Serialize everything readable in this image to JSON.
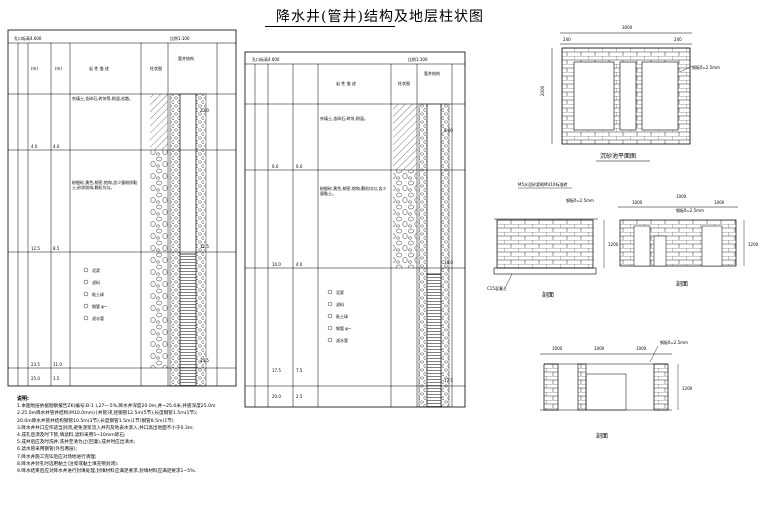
{
  "title": "降水井(管井)结构及地层柱状图",
  "log1": {
    "head_left": "孔口标高4.600",
    "head_right": "比例1:100",
    "col_depth1": "(m)",
    "col_depth2": "(m)",
    "col_desc": "岩 性 描 述",
    "col_plot": "柱状图",
    "col_well": "管井结构",
    "layers": [
      {
        "depth": "4.0",
        "elev": "4.0",
        "desc": "杂填土,含碎石,砖块等,稍湿,松散。"
      },
      {
        "depth": "12.5",
        "elev": "8.5",
        "desc": "粉细砂,黄色,稍密,饱和,含少量粉质黏土,砂质较纯,颗粒均匀。"
      },
      {
        "depth": "23.5",
        "elev": "11.0",
        "desc": ""
      },
      {
        "depth": "25.0",
        "elev": "1.5",
        "desc": ""
      }
    ],
    "legend": [
      "泥浆",
      "滤料",
      "粘土球",
      "钢管 φ~",
      "滤水管"
    ],
    "marks": [
      "2.00",
      "12.5",
      "23.5"
    ]
  },
  "log2": {
    "head_left": "孔口标高4.600",
    "head_right": "比例1:100",
    "col_desc": "岩 性 描 述",
    "col_plot": "柱状图",
    "col_well": "管井结构",
    "layers": [
      {
        "depth": "6.0",
        "elev": "6.0",
        "desc": "杂填土,含碎石,砖块,稍湿。"
      },
      {
        "depth": "10.0",
        "elev": "4.0",
        "desc": "粉细砂,黄色,稍密,饱和,颗粒均匀,含少量黏土。"
      },
      {
        "depth": "17.5",
        "elev": "7.5",
        "desc": ""
      },
      {
        "depth": "20.0",
        "elev": "2.5",
        "desc": ""
      }
    ],
    "legend": [
      "泥浆",
      "滤料",
      "粘土球",
      "钢管 φ~",
      "滤水管"
    ],
    "marks": [
      "2.00",
      "10.0",
      "17.5"
    ]
  },
  "plan": {
    "width_label": "3000",
    "side_label": "2000",
    "left_dim": "240",
    "right_dim": "240",
    "wall_note": "钢板δ=2.5mm",
    "caption": "沉砂池平面图"
  },
  "section_a": {
    "note1": "M5水泥砂浆砌MU10标准砖",
    "note2": "钢板δ=2.5mm",
    "dim": "1200",
    "ground": "C15混凝土",
    "caption": "剖面"
  },
  "section_b": {
    "top": "1000",
    "mid": "1000",
    "mid2": "1000",
    "note": "钢板δ=2.5mm",
    "h": "1200",
    "caption": "剖面"
  },
  "section_c": {
    "dims": [
      "1000",
      "1000",
      "1000"
    ],
    "note": "钢板δ=2.5mm",
    "h": "1200",
    "caption": "剖面"
  },
  "notes": {
    "heading": "说明:",
    "lines": [
      "1.本图地层依据勘察报告ZK(编号:B-1 ),27~-5%,降水井深度20.0m,井~25.0米,井底深度25.0m",
      "2.25.0m降水井管井结构(M10.0mm){井管)孔径钢管12.5m(5节),长度钢管1.5m(1节);",
      "   20.0m降水井管井结构钢管10.5m(3节),长度钢管1.5m(1节)钢管8.5m(1节)",
      "3.降水井井口应作适当封闭,避免泥浆流入井内及地表水渗入,井口高出地面不小于0.3m;",
      "4.成孔后须及时下管,填滤料,滤料采用5~10mm砾石;",
      "5.成井后应及时洗井,洗井至清为止(回灌),成井时应出清水;",
      "6.滤水管采用钢管(外包两层);",
      "7.降水井施工完毕后应对场地进行清理;",
      "8.降水井封孔时选用黏土(注浆或黏土填充物封闭);",
      "9.降水结束后应对降水井进行封填处理,封填材料应满足要求,封填材料应满足要求1~5%."
    ]
  }
}
